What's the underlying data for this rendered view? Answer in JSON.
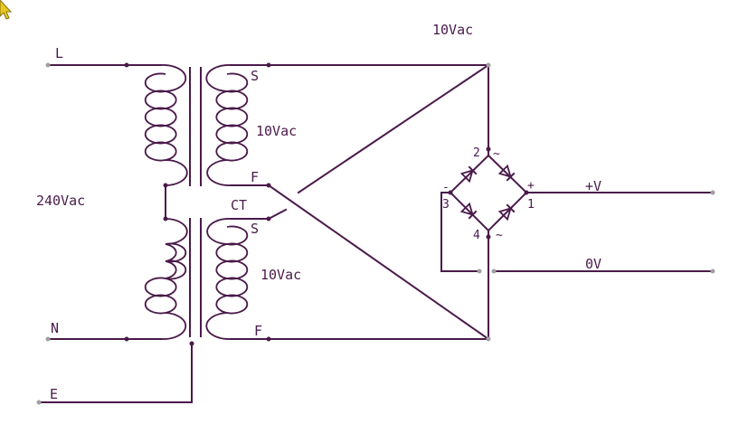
{
  "colors": {
    "wire": "#4a1a4a",
    "terminal": "#a0a0a0",
    "background": "#ffffff"
  },
  "cursor": {
    "icon": "arrow-cursor-icon",
    "color": "#e8c820"
  },
  "primary": {
    "line_label": "L",
    "neutral_label": "N",
    "earth_label": "E",
    "voltage_label": "240Vac"
  },
  "secondary": {
    "upper": {
      "start_label": "S",
      "finish_label": "F",
      "voltage_label": "10Vac"
    },
    "lower": {
      "start_label": "S",
      "finish_label": "F",
      "voltage_label": "10Vac"
    },
    "ct_label": "CT"
  },
  "top_voltage_label": "10Vac",
  "bridge": {
    "pin1": "1",
    "pin2": "2",
    "pin3": "3",
    "pin4": "4",
    "plus": "+",
    "minus": "-",
    "ac_top": "~",
    "ac_bottom": "~"
  },
  "outputs": {
    "positive_label": "+V",
    "zero_label": "0V"
  }
}
